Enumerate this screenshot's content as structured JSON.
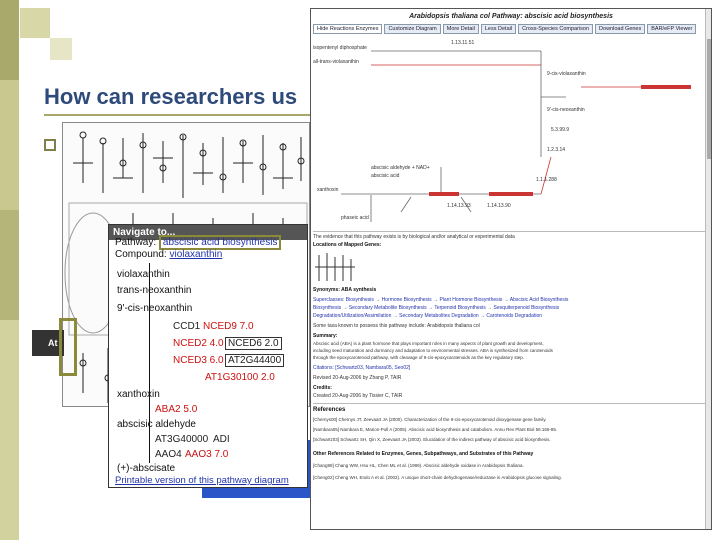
{
  "slide": {
    "title": "How can researchers us",
    "colors": {
      "side_bar": "#c9c98f",
      "title": "#2e4a7a",
      "accent": "#8a8a3a"
    }
  },
  "diagram_panel": {
    "stub_label": "At"
  },
  "nav_panel": {
    "header": "Navigate to...",
    "pathway_label": "Pathway:",
    "pathway_value": "abscisic acid biosynthesis",
    "compound_label": "Compound:",
    "compound_value": "violaxanthin",
    "molecules": [
      "violaxanthin",
      "trans-neoxanthin",
      "9'-cis-neoxanthin",
      "xanthoxin",
      "abscisic aldehyde",
      "(+)-abscisate"
    ],
    "genes": {
      "ccd1": "CCD1",
      "nced97": "NCED9 7.0",
      "nced24": "NCED2 4.0",
      "nced6": "NCED6 2.0",
      "nced36": "NCED3 6.0",
      "at2g": "AT2G44400",
      "at1g": "AT1G30100 2.0",
      "aba2": "ABA2 5.0",
      "at3g": "AT3G40000",
      "adi": "ADI",
      "aao4": "AAO4",
      "aao3": "AAO3 7.0"
    },
    "footer": "Printable version of this pathway diagram"
  },
  "web_page": {
    "title": "Arabidopsis thaliana col Pathway: abscisic acid biosynthesis",
    "tabs": [
      "Hide Reactions Enzymes",
      "Customize Diagram",
      "More Detail",
      "Less Detail",
      "Cross-Species Comparison",
      "Download Genes",
      "BAR/eFP Viewer"
    ],
    "pathway_compounds": {
      "left_top_1": "isopentenyl diphosphate",
      "left_top_2": "all-trans-violaxanthin",
      "left_mid_1": "abscisic aldehyde + NAD+",
      "left_mid_2": "abscisic acid",
      "right_1": "9-cis-violaxanthin",
      "right_2": "9'-cis-neoxanthin",
      "bottom_1": "xanthoxin",
      "bottom_2": "phaseic acid",
      "ec_1": "1.13.11.51",
      "ec_2": "1.1.1.288",
      "ec_3": "1.2.3.14",
      "ec_4": "1.14.13.93",
      "ec_5": "1.14.13.90",
      "ec_6": "5.3.99.9"
    },
    "lines": [
      "The evidence that this pathway exists is by biological and/or analytical or experimental data",
      "Locations of Mapped Genes:",
      "Synonyms: ABA synthesis",
      "Superclasses: Biosynthesis → Hormone Biosynthesis → Plant Hormone Biosynthesis → Abscisic Acid Biosynthesis",
      "Biosynthesis → Secondary Metabolite Biosynthesis → Terpenoid Biosynthesis → Sesquiterpenoid Biosynthesis",
      "Degradation/Utilization/Assimilation → Secondary Metabolites Degradation → Carotenoids Degradation",
      "Some taxa known to possess this pathway include: Arabidopsis thaliana col",
      "Summary:",
      "Abscisic acid (ABA) is a plant hormone that plays important roles in many aspects of plant growth and development,",
      "including seed maturation and dormancy and adaptation to environmental stresses. ABA is synthesized from carotenoids",
      "through the epoxycarotenoid pathway, with cleavage of 9-cis-epoxycarotenoids as the key regulatory step.",
      "Citations: [Schwartz03, Nambara05, Seo02]",
      "Revised 20-Aug-2006 by Zhang P, TAIR",
      "Credits:",
      "Created 20-Aug-2006 by Tissier C, TAIR",
      "References",
      "[Chernys00] Chernys JT, Zeevaart JA (2000). Characterization of the 9-cis-epoxycarotenoid dioxygenase gene family.",
      "[Nambara05] Nambara E, Marion-Poll A (2005). Abscisic acid biosynthesis and catabolism. Annu Rev Plant Biol 56:165-85.",
      "[Schwartz03] Schwartz SH, Qin X, Zeevaart JA (2003). Elucidation of the indirect pathway of abscisic acid biosynthesis.",
      "Other References Related to Enzymes, Genes, Subpathways, and Substrates of this Pathway",
      "[Chang99] Chang WW, Hsu HL, Chen ML et al. (1999). Abscisic aldehyde oxidase in Arabidopsis thaliana.",
      "[Cheng02] Cheng WH, Endo A et al. (2002). A unique short-chain dehydrogenase/reductase in Arabidopsis glucose signaling."
    ]
  }
}
